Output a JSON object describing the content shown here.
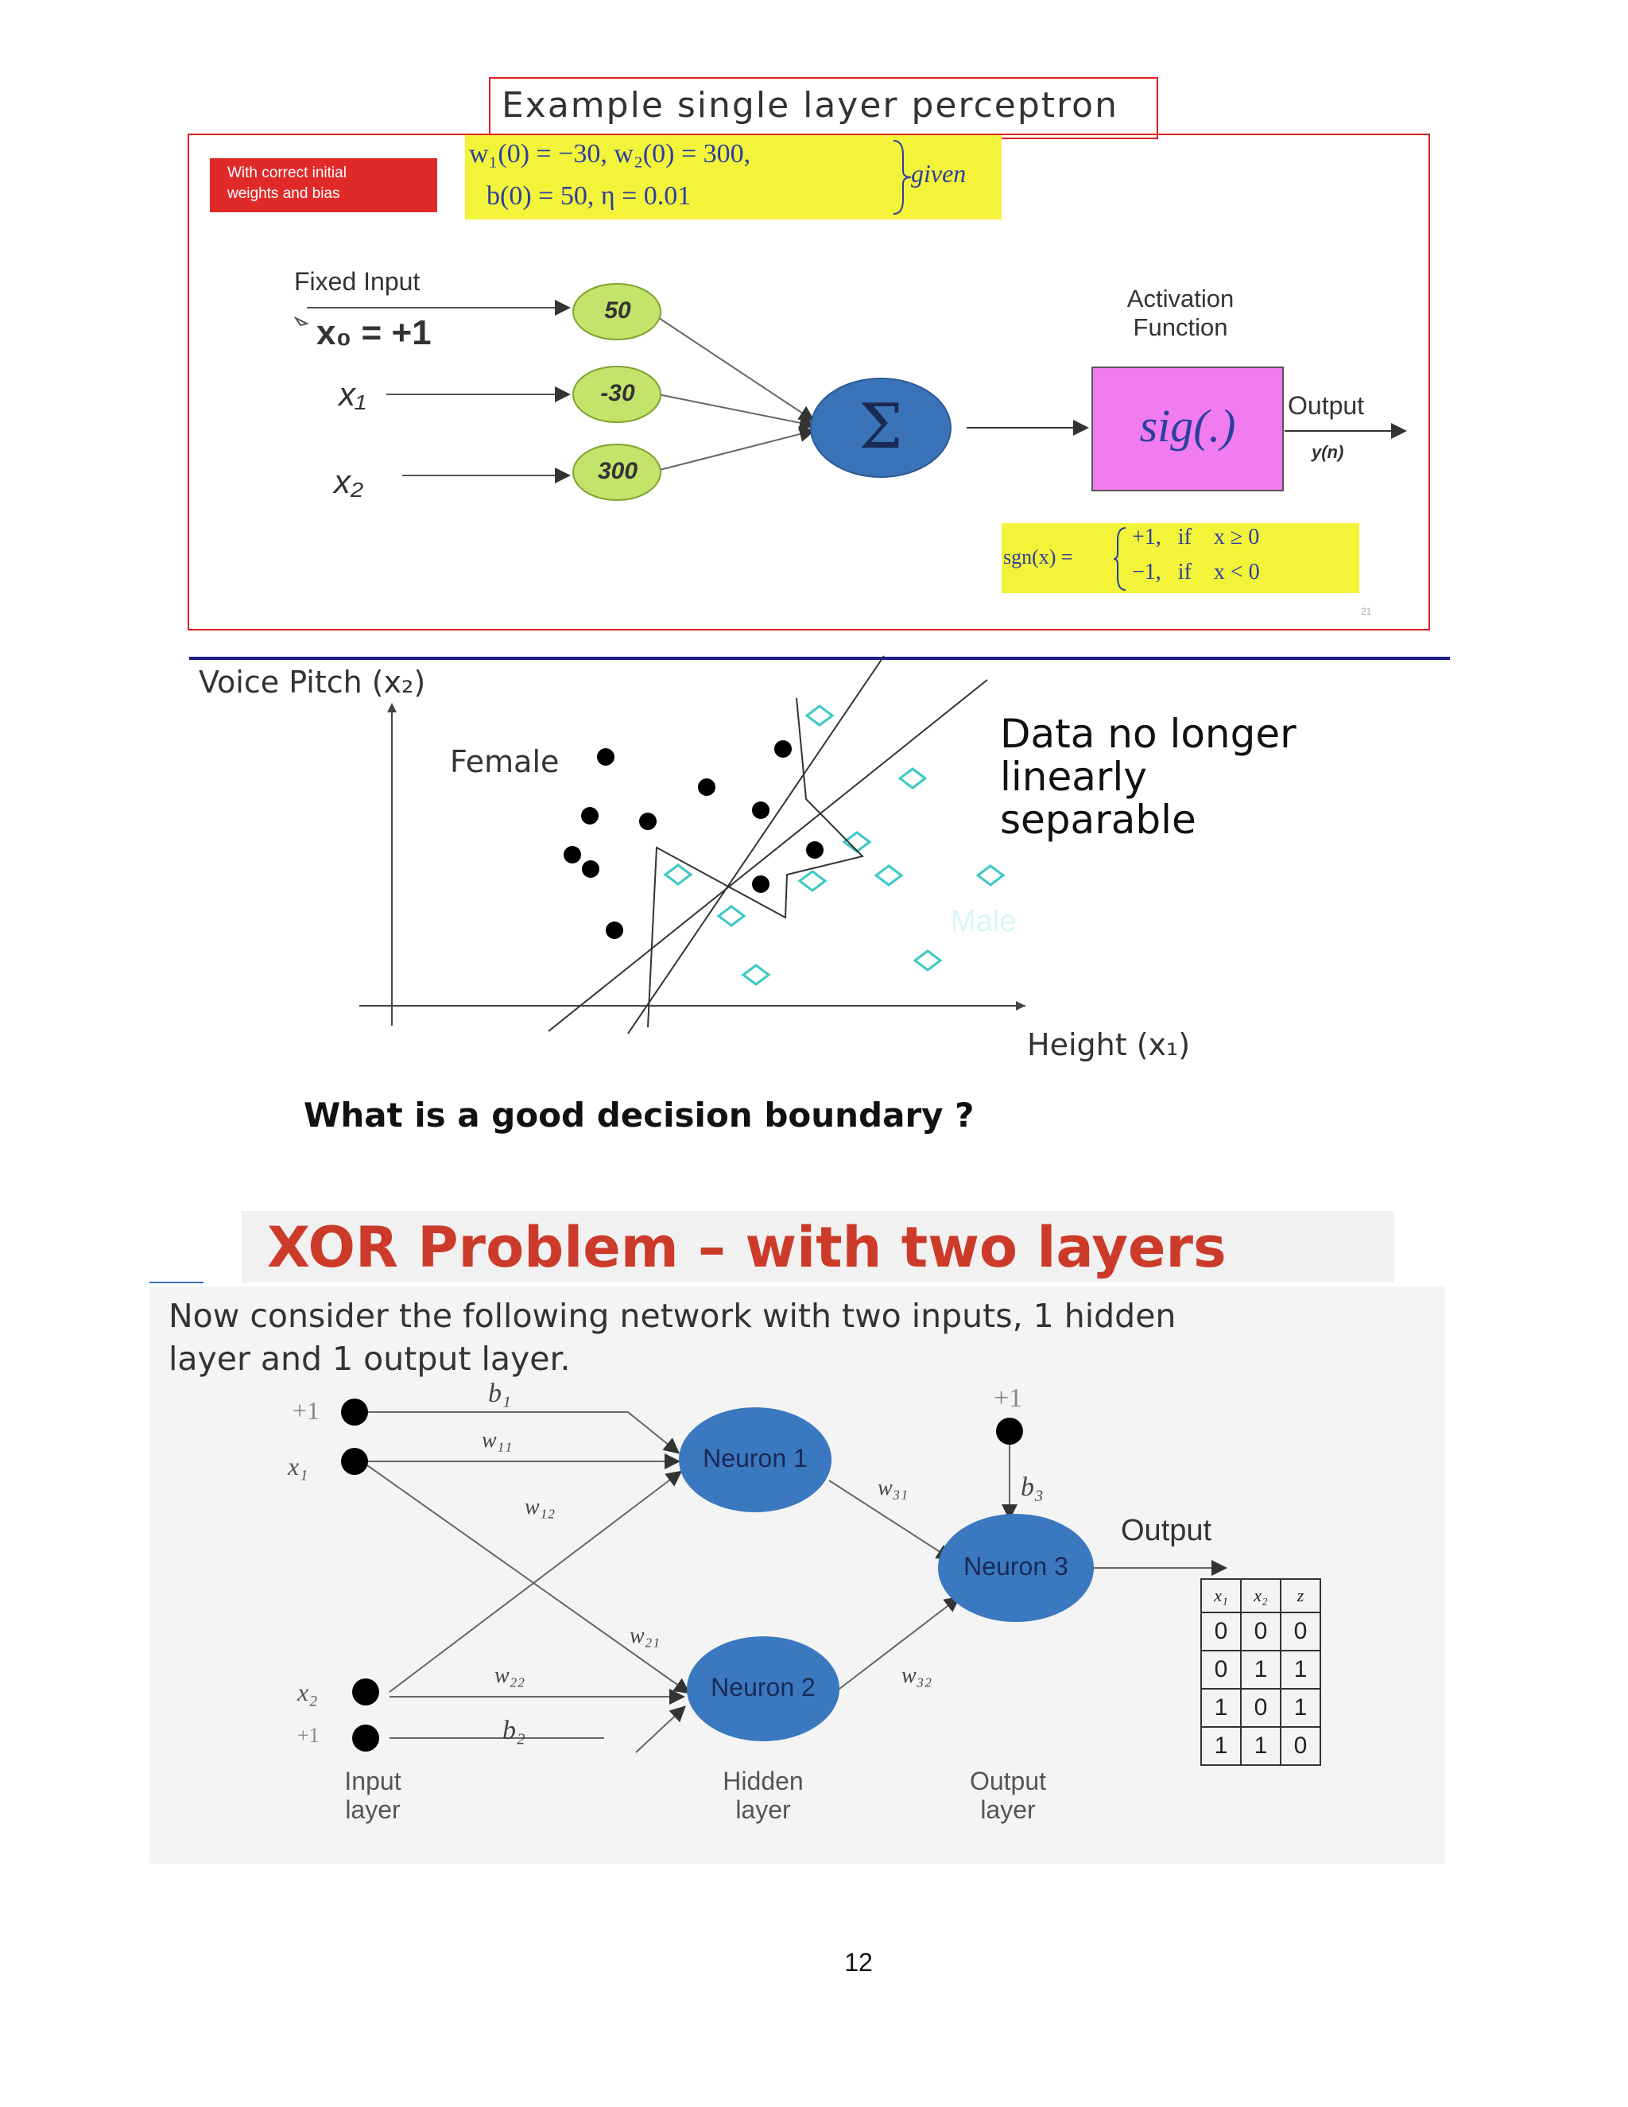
{
  "slide1": {
    "title": "Example single layer perceptron",
    "badge_line1": "With correct initial",
    "badge_line2": "weights and bias",
    "given_line1": "w₁(0) = −30, w₂(0) = 300,",
    "given_line2": "b(0) = 50, η = 0.01",
    "given_label": "given",
    "fixed_input": "Fixed Input",
    "x0": "x₀ = +1",
    "x1": "x₁",
    "x2": "x₂",
    "weights": [
      "50",
      "-30",
      "300"
    ],
    "sum_symbol": "Σ",
    "activation_line1": "Activation",
    "activation_line2": "Function",
    "sig": "sig(.)",
    "output": "Output",
    "y_n": "y(n)",
    "sgn_lhs": "sgn(x) =",
    "sgn_case1": "+1,   if    x ≥ 0",
    "sgn_case2": "−1,   if    x < 0",
    "slide_no": "21",
    "colors": {
      "frame": "#e02020",
      "badge": "#e02a2a",
      "neuron": "#c3e36a",
      "sum": "#3a73b8",
      "sig_box": "#f07cf0",
      "highlight": "#f3f33a"
    }
  },
  "slide2": {
    "y_axis": "Voice Pitch (x₂)",
    "x_axis": "Height (x₁)",
    "female": "Female",
    "male": "Male",
    "note_line1": "Data no longer",
    "note_line2": "linearly",
    "note_line3": "separable",
    "question": "What is a good decision boundary ?",
    "colors": {
      "female_dot": "#000000",
      "male_marker": "#3cc8c8",
      "divider": "#1a1f8a"
    }
  },
  "slide3": {
    "title": "XOR Problem – with two layers",
    "desc_line1": "Now consider the following network with two inputs, 1 hidden",
    "desc_line2": "layer and 1 output layer.",
    "plus1": "+1",
    "x1": "x₁",
    "x2": "x₂",
    "b1": "b₁",
    "b2": "b₂",
    "b3": "b₃",
    "w11": "w₁₁",
    "w12": "w₁₂",
    "w21": "w₂₁",
    "w22": "w₂₂",
    "w31": "w₃₁",
    "w32": "w₃₂",
    "neuron1": "Neuron 1",
    "neuron2": "Neuron 2",
    "neuron3": "Neuron 3",
    "output": "Output",
    "input_layer_1": "Input",
    "input_layer_2": "layer",
    "hidden_layer_1": "Hidden",
    "hidden_layer_2": "layer",
    "output_layer_1": "Output",
    "output_layer_2": "layer",
    "truth_table": {
      "headers": [
        "x₁",
        "x₂",
        "z"
      ],
      "rows": [
        [
          "0",
          "0",
          "0"
        ],
        [
          "0",
          "1",
          "1"
        ],
        [
          "1",
          "0",
          "1"
        ],
        [
          "1",
          "1",
          "0"
        ]
      ]
    },
    "colors": {
      "title": "#cc3a2a",
      "neuron": "#3a78c0"
    }
  },
  "page_number": "12"
}
